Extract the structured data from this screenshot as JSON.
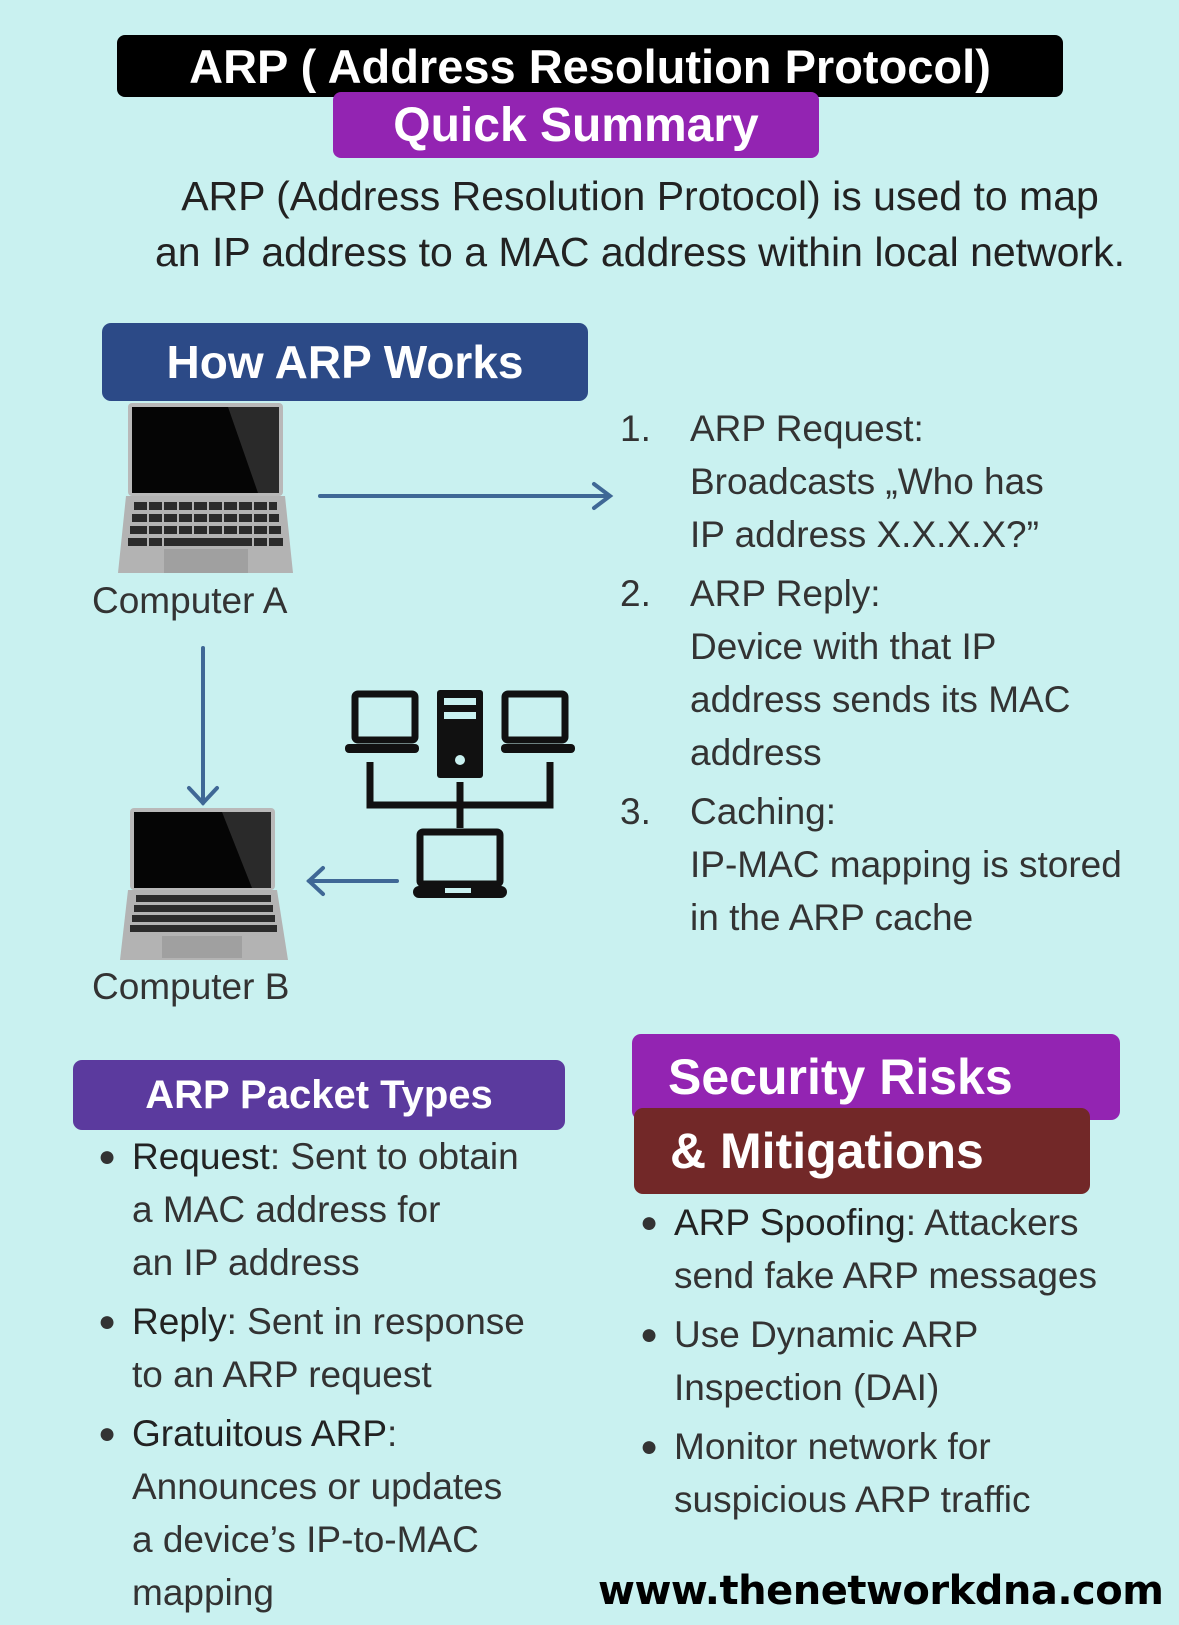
{
  "header": {
    "title": "ARP ( Address Resolution Protocol)",
    "subtitle": "Quick Summary"
  },
  "intro": {
    "line1": "ARP (Address Resolution Protocol) is used to map",
    "line2": "an IP address to a MAC address within local network."
  },
  "how_it_works": {
    "heading": "How ARP Works",
    "computer_a_label": "Computer A",
    "computer_b_label": "Computer B",
    "icons": [
      "laptop-icon",
      "laptop-icon",
      "network-topology-icon",
      "arrow-right-icon",
      "arrow-down-icon",
      "arrow-left-icon"
    ],
    "steps": [
      {
        "number": "1.",
        "title": "ARP Request:",
        "lines": [
          "Broadcasts „Who has",
          "IP address X.X.X.X?”"
        ]
      },
      {
        "number": "2.",
        "title": "ARP Reply:",
        "lines": [
          "Device with that IP",
          "address sends its MAC",
          "address"
        ]
      },
      {
        "number": "3.",
        "title": "Caching:",
        "lines": [
          "IP-MAC mapping is stored",
          "in the ARP cache"
        ]
      }
    ]
  },
  "packet_types": {
    "heading": "ARP Packet Types",
    "items": [
      {
        "term": "Request",
        "lines": [
          ": Sent to obtain",
          "a MAC address for",
          "an IP address"
        ]
      },
      {
        "term": "Reply",
        "lines": [
          ": Sent in response",
          "to an ARP request"
        ]
      },
      {
        "term": "Gratuitous ARP",
        "lines": [
          ":",
          "Announces or updates",
          "a device’s IP-to-MAC",
          "mapping"
        ]
      }
    ]
  },
  "security": {
    "heading_line1": "Security Risks",
    "heading_line2": "& Mitigations",
    "items": [
      {
        "term": "ARP Spoofing",
        "lines": [
          ": Attackers",
          "send fake ARP messages"
        ]
      },
      {
        "term": "",
        "lines": [
          "Use Dynamic ARP",
          "Inspection (DAI)"
        ]
      },
      {
        "term": "",
        "lines": [
          "Monitor network for",
          "suspicious ARP traffic"
        ]
      }
    ]
  },
  "footer": {
    "url": "www.thenetworkdna.com"
  },
  "colors": {
    "background": "#c9f1f0",
    "title_bg": "#000000",
    "subtitle_bg": "#9324b2",
    "how_heading_bg": "#2c4a87",
    "packet_heading_bg": "#5b3a9e",
    "security_heading_bg_1": "#9324b2",
    "security_heading_bg_2": "#722828",
    "arrow": "#3f6896"
  }
}
